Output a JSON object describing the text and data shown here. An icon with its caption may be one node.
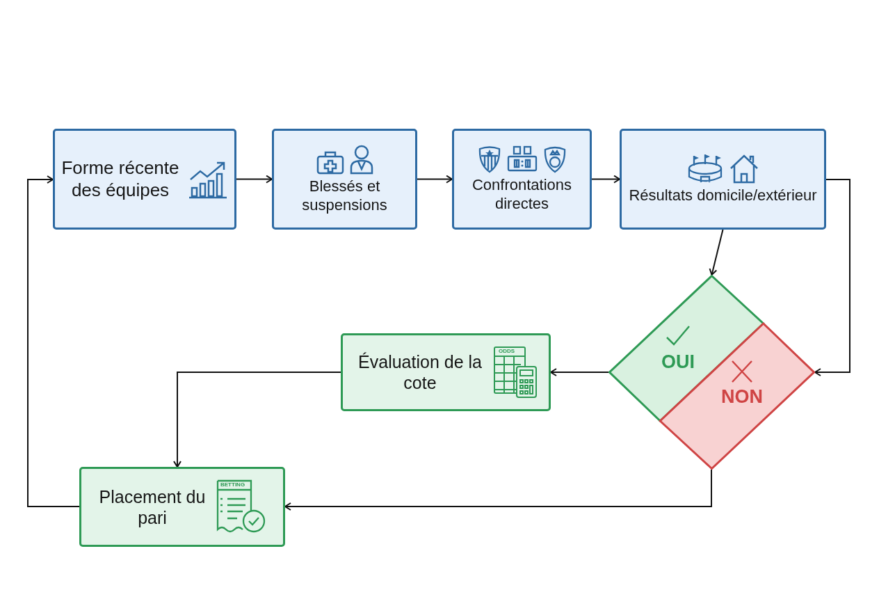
{
  "diagram": {
    "nodes": [
      {
        "text": [
          "Forme récente des équipes"
        ]
      },
      {
        "text": [
          "Blessés et suspensions"
        ]
      },
      {
        "text": [
          "Confrontations directes"
        ]
      },
      {
        "text": [
          "Résultats domicile/extérieur"
        ]
      },
      {
        "text": [
          "OUI",
          "NON"
        ]
      },
      {
        "text": [
          "Évaluation de la cote"
        ]
      },
      {
        "text": [
          "Placement du pari"
        ]
      }
    ],
    "edges": [
      {
        "from": 0,
        "to": 1,
        "arrow": "to"
      },
      {
        "from": 1,
        "to": 2,
        "arrow": "to"
      },
      {
        "from": 2,
        "to": 3,
        "arrow": "to"
      },
      {
        "from": 3,
        "to": 4,
        "arrow": "to"
      },
      {
        "from": 3,
        "to": 4,
        "arrow": "to"
      },
      {
        "from": 4,
        "to": 5,
        "arrow": "to"
      },
      {
        "from": 5,
        "to": 6,
        "arrow": "to"
      },
      {
        "from": 4,
        "to": 6,
        "arrow": "to"
      },
      {
        "from": 6,
        "to": 0,
        "arrow": "to"
      }
    ],
    "labels": [
      "ODDS",
      "BETTING"
    ]
  }
}
